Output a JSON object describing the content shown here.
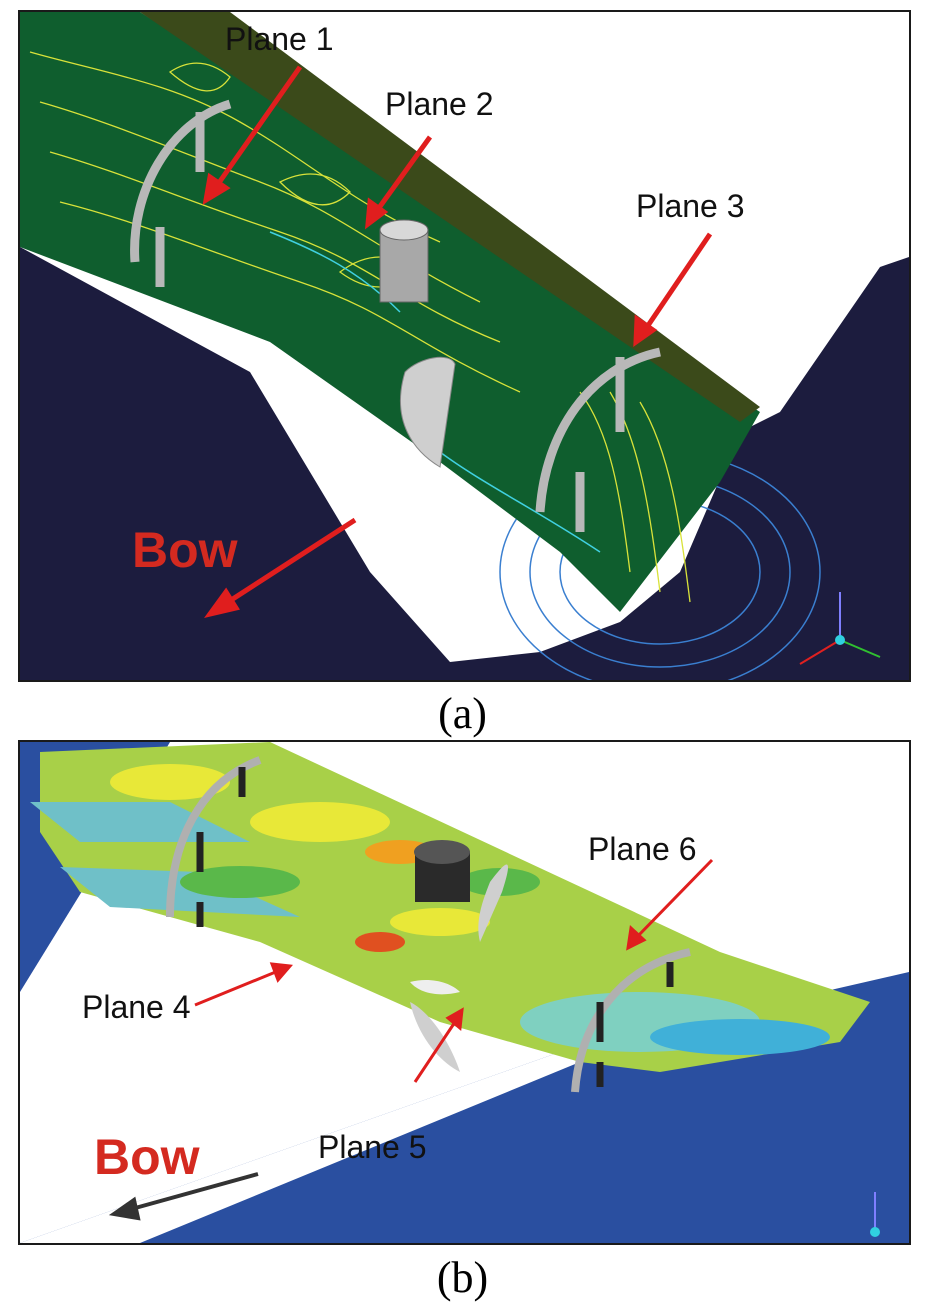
{
  "panel_a": {
    "caption": "(a)",
    "labels": {
      "plane1": "Plane 1",
      "plane2": "Plane 2",
      "plane3": "Plane 3",
      "bow": "Bow"
    }
  },
  "panel_b": {
    "caption": "(b)",
    "labels": {
      "plane4": "Plane 4",
      "plane5": "Plane 5",
      "plane6": "Plane 6",
      "bow": "Bow"
    }
  },
  "colors": {
    "arrow": "#e01e1e",
    "bow_text": "#d42a20",
    "background_dark": "#1c1c3e",
    "background_blue": "#2a4fa0",
    "hull_green": "#0f5e2e",
    "contour_yellow": "#d8e23a",
    "strut_gray": "#b8b8b8"
  }
}
